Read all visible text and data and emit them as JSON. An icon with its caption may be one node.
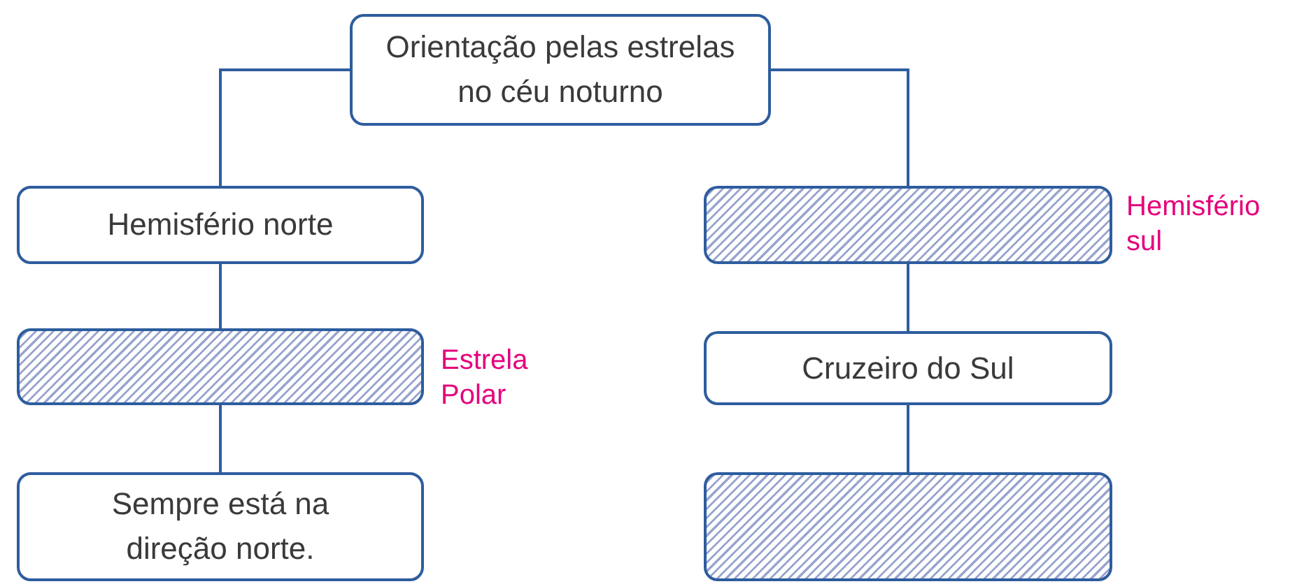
{
  "diagram": {
    "nodes": [
      {
        "text": [
          "Orientação pelas estrelas no céu noturno"
        ]
      },
      {
        "text": [
          "Hemisfério norte"
        ]
      },
      {
        "text": [],
        "shape": "box",
        "beside": [
          "Estrela Polar"
        ]
      },
      {
        "text": [
          "Sempre está na direção norte."
        ]
      },
      {
        "text": [],
        "shape": "box",
        "beside": [
          "Hemisfério sul"
        ]
      },
      {
        "text": [
          "Cruzeiro do Sul"
        ]
      },
      {
        "text": [],
        "shape": "box"
      }
    ],
    "edges": [
      {
        "from": 0,
        "to": 1,
        "arrow": "none"
      },
      {
        "from": 1,
        "to": 2,
        "arrow": "none"
      },
      {
        "from": 2,
        "to": 3,
        "arrow": "none"
      },
      {
        "from": 0,
        "to": 4,
        "arrow": "none"
      },
      {
        "from": 4,
        "to": 5,
        "arrow": "none"
      },
      {
        "from": 5,
        "to": 6,
        "arrow": "none"
      }
    ]
  }
}
